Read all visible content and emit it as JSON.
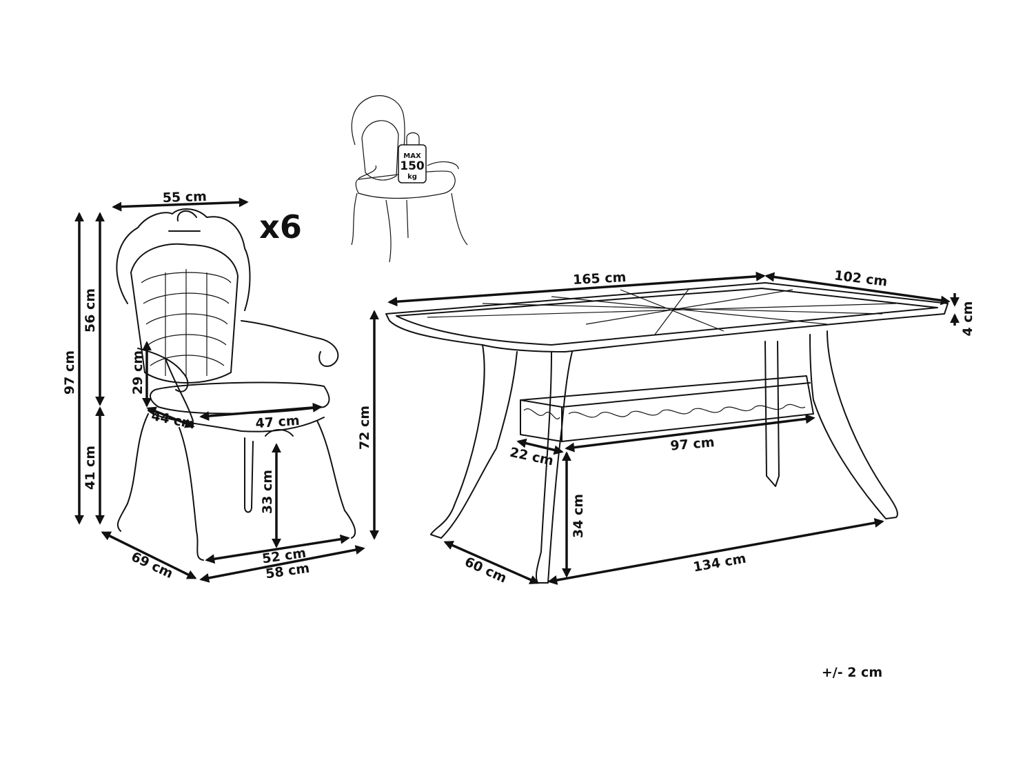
{
  "chair": {
    "quantity": "x6",
    "width": "55 cm",
    "total_height": "97 cm",
    "back_height": "56 cm",
    "seat_height": "41 cm",
    "armrest_height": "29 cm",
    "seat_depth": "44 cm",
    "seat_width": "47 cm",
    "under_seat_height": "33 cm",
    "inner_leg_width": "52 cm",
    "outer_leg_width": "58 cm",
    "depth": "69 cm"
  },
  "load_icon": {
    "line1": "MAX",
    "line2": "150",
    "line3": "kg"
  },
  "table": {
    "length": "165 cm",
    "width": "102 cm",
    "top_thickness": "4 cm",
    "height": "72 cm",
    "frame_depth": "22 cm",
    "frame_length": "97 cm",
    "under_frame_height": "34 cm",
    "leg_span_length": "134 cm",
    "leg_span_width": "60 cm"
  },
  "tolerance": "+/- 2 cm"
}
